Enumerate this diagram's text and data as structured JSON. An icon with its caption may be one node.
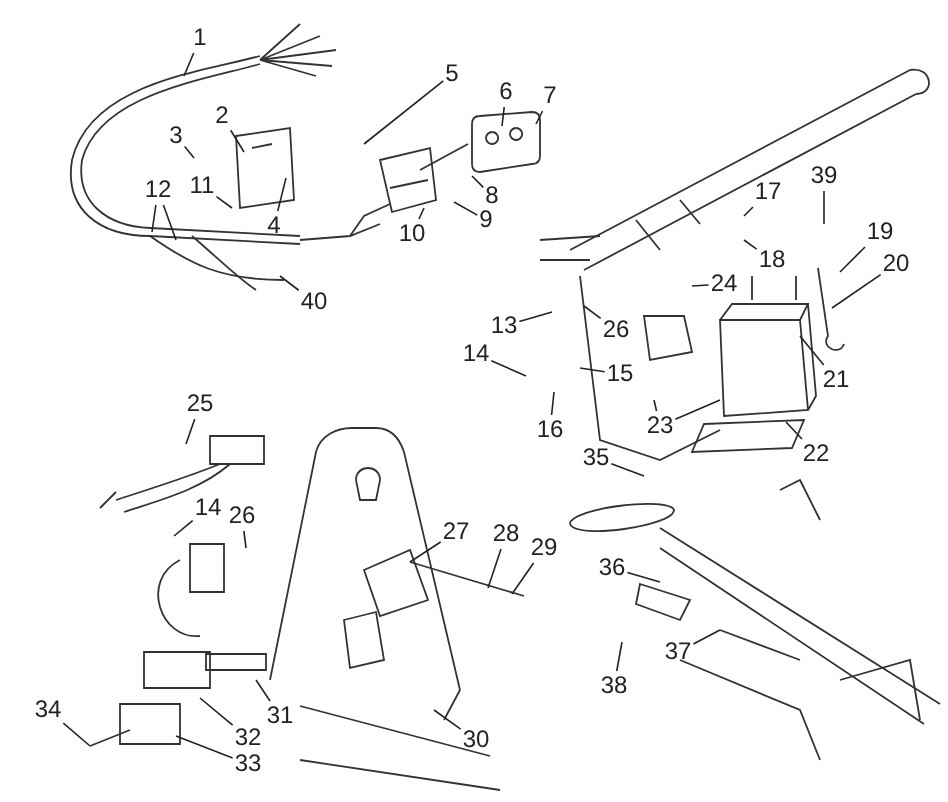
{
  "diagram": {
    "nodes": [
      {
        "text": [
          "1"
        ]
      },
      {
        "text": [
          "2"
        ]
      },
      {
        "text": [
          "3"
        ]
      },
      {
        "text": [
          "4"
        ]
      },
      {
        "text": [
          "5"
        ]
      },
      {
        "text": [
          "6"
        ]
      },
      {
        "text": [
          "7"
        ]
      },
      {
        "text": [
          "8"
        ]
      },
      {
        "text": [
          "9"
        ]
      },
      {
        "text": [
          "10"
        ]
      },
      {
        "text": [
          "11"
        ]
      },
      {
        "text": [
          "12"
        ]
      },
      {
        "text": [
          "13"
        ]
      },
      {
        "text": [
          "14"
        ]
      },
      {
        "text": [
          "15"
        ]
      },
      {
        "text": [
          "16"
        ]
      },
      {
        "text": [
          "17"
        ]
      },
      {
        "text": [
          "18"
        ]
      },
      {
        "text": [
          "19"
        ]
      },
      {
        "text": [
          "20"
        ]
      },
      {
        "text": [
          "21"
        ]
      },
      {
        "text": [
          "22"
        ]
      },
      {
        "text": [
          "23"
        ]
      },
      {
        "text": [
          "24"
        ]
      },
      {
        "text": [
          "25"
        ]
      },
      {
        "text": [
          "14"
        ]
      },
      {
        "text": [
          "26"
        ]
      },
      {
        "text": [
          "26"
        ]
      },
      {
        "text": [
          "27"
        ]
      },
      {
        "text": [
          "28"
        ]
      },
      {
        "text": [
          "29"
        ]
      },
      {
        "text": [
          "30"
        ]
      },
      {
        "text": [
          "31"
        ]
      },
      {
        "text": [
          "32"
        ]
      },
      {
        "text": [
          "33"
        ]
      },
      {
        "text": [
          "34"
        ]
      },
      {
        "text": [
          "35"
        ]
      },
      {
        "text": [
          "36"
        ]
      },
      {
        "text": [
          "37"
        ]
      },
      {
        "text": [
          "38"
        ]
      },
      {
        "text": [
          "39"
        ]
      },
      {
        "text": [
          "40"
        ]
      }
    ],
    "edges": [
      {
        "from": 0,
        "to": null,
        "arrow": "none"
      },
      {
        "from": 1,
        "to": null,
        "arrow": "none"
      },
      {
        "from": 2,
        "to": null,
        "arrow": "none"
      },
      {
        "from": 3,
        "to": null,
        "arrow": "none"
      },
      {
        "from": 4,
        "to": null,
        "arrow": "none"
      },
      {
        "from": 5,
        "to": null,
        "arrow": "none"
      },
      {
        "from": 6,
        "to": null,
        "arrow": "none"
      },
      {
        "from": 7,
        "to": null,
        "arrow": "none"
      },
      {
        "from": 8,
        "to": null,
        "arrow": "none"
      },
      {
        "from": 9,
        "to": null,
        "arrow": "none"
      },
      {
        "from": 10,
        "to": null,
        "arrow": "none"
      },
      {
        "from": 11,
        "to": null,
        "arrow": "none"
      },
      {
        "from": 11,
        "to": null,
        "arrow": "none"
      },
      {
        "from": 12,
        "to": null,
        "arrow": "none"
      },
      {
        "from": 13,
        "to": null,
        "arrow": "none"
      },
      {
        "from": 14,
        "to": null,
        "arrow": "none"
      },
      {
        "from": 15,
        "to": null,
        "arrow": "none"
      },
      {
        "from": 16,
        "to": null,
        "arrow": "none"
      },
      {
        "from": 17,
        "to": null,
        "arrow": "none"
      },
      {
        "from": 18,
        "to": null,
        "arrow": "none"
      },
      {
        "from": 19,
        "to": null,
        "arrow": "none"
      },
      {
        "from": 20,
        "to": null,
        "arrow": "none"
      },
      {
        "from": 21,
        "to": null,
        "arrow": "none"
      },
      {
        "from": 22,
        "to": null,
        "arrow": "none"
      },
      {
        "from": 22,
        "to": null,
        "arrow": "none"
      },
      {
        "from": 23,
        "to": null,
        "arrow": "none"
      },
      {
        "from": 24,
        "to": null,
        "arrow": "none"
      },
      {
        "from": 25,
        "to": null,
        "arrow": "none"
      },
      {
        "from": 26,
        "to": null,
        "arrow": "none"
      },
      {
        "from": 27,
        "to": null,
        "arrow": "none"
      },
      {
        "from": 28,
        "to": null,
        "arrow": "none"
      },
      {
        "from": 29,
        "to": null,
        "arrow": "none"
      },
      {
        "from": 30,
        "to": null,
        "arrow": "none"
      },
      {
        "from": 31,
        "to": null,
        "arrow": "none"
      },
      {
        "from": 32,
        "to": null,
        "arrow": "none"
      },
      {
        "from": 33,
        "to": null,
        "arrow": "none"
      },
      {
        "from": 34,
        "to": null,
        "arrow": "none"
      },
      {
        "from": 35,
        "to": null,
        "arrow": "none"
      },
      {
        "from": 36,
        "to": null,
        "arrow": "none"
      },
      {
        "from": 37,
        "to": null,
        "arrow": "none"
      },
      {
        "from": 38,
        "to": null,
        "arrow": "none"
      },
      {
        "from": 39,
        "to": null,
        "arrow": "none"
      },
      {
        "from": 40,
        "to": null,
        "arrow": "none"
      },
      {
        "from": 41,
        "to": null,
        "arrow": "none"
      }
    ]
  }
}
